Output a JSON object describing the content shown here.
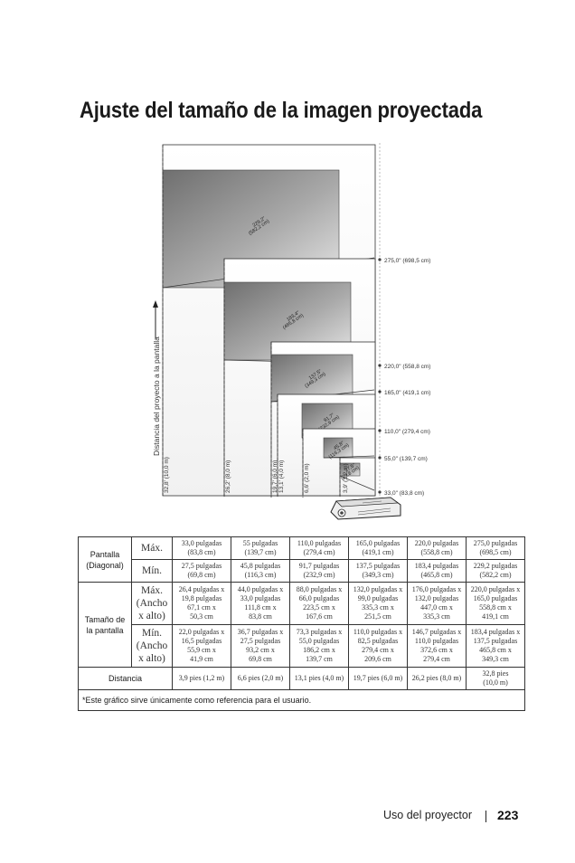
{
  "page_title": "Ajuste del tamaño de la imagen proyectada",
  "diagram": {
    "vertical_axis_label": "Distancia del proyecto a la pantalla",
    "screens": [
      {
        "right_label": "275,0\" (698,5 cm)",
        "diag_label_1": "229,2\"",
        "diag_label_2": "(582,2 cm)",
        "distance_label": "32,8' (10,0 m)"
      },
      {
        "right_label": "220,0\" (558,8 cm)",
        "diag_label_1": "183,4\"",
        "diag_label_2": "(465,8 cm)",
        "distance_label": "26,2' (8,0 m)"
      },
      {
        "right_label": "165,0\" (419,1 cm)",
        "diag_label_1": "137,5\"",
        "diag_label_2": "(349,3 cm)",
        "distance_label": "19,7' (6,0 m)"
      },
      {
        "right_label": "110,0\" (279,4 cm)",
        "diag_label_1": "91,7\"",
        "diag_label_2": "(232,9 cm)",
        "distance_label": "13,1' (4,0 m)"
      },
      {
        "right_label": "55,0\" (139,7 cm)",
        "diag_label_1": "45,8\"",
        "diag_label_2": "(116,3 cm)",
        "distance_label": "6,6' (2,0 m)"
      },
      {
        "right_label": "33,0\" (83,8 cm)",
        "diag_label_1": "27,5\"",
        "diag_label_2": "(69,8 cm)",
        "distance_label": "3,9' (1,2 m)"
      }
    ]
  },
  "table": {
    "pantalla_label": "Pantalla (Diagonal)",
    "tamano_label": "Tamaño de la pantalla",
    "max_label": "Máx.",
    "min_label": "Mín.",
    "size_max_label": "Máx. (Ancho x alto)",
    "size_min_label": "Mín. (Ancho x alto)",
    "distancia_label": "Distancia",
    "diag_max": [
      [
        "33,0 pulgadas",
        "(83,8 cm)"
      ],
      [
        "55 pulgadas",
        "(139,7 cm)"
      ],
      [
        "110,0 pulgadas",
        "(279,4 cm)"
      ],
      [
        "165,0 pulgadas",
        "(419,1 cm)"
      ],
      [
        "220,0 pulgadas",
        "(558,8 cm)"
      ],
      [
        "275,0 pulgadas",
        "(698,5 cm)"
      ]
    ],
    "diag_min": [
      [
        "27,5 pulgadas",
        "(69,8 cm)"
      ],
      [
        "45,8 pulgadas",
        "(116,3 cm)"
      ],
      [
        "91,7 pulgadas",
        "(232,9 cm)"
      ],
      [
        "137,5 pulgadas",
        "(349,3 cm)"
      ],
      [
        "183,4 pulgadas",
        "(465,8 cm)"
      ],
      [
        "229,2 pulgadas",
        "(582,2 cm)"
      ]
    ],
    "size_max_in": [
      [
        "26,4 pulgadas x",
        "19,8 pulgadas"
      ],
      [
        "44,0 pulgadas x",
        "33,0 pulgadas"
      ],
      [
        "88,0 pulgadas x",
        "66,0 pulgadas"
      ],
      [
        "132,0 pulgadas x",
        "99,0 pulgadas"
      ],
      [
        "176,0 pulgadas x",
        "132,0 pulgadas"
      ],
      [
        "220,0 pulgadas x",
        "165,0 pulgadas"
      ]
    ],
    "size_max_cm": [
      [
        "67,1 cm x",
        "50,3 cm"
      ],
      [
        "111,8 cm x",
        "83,8 cm"
      ],
      [
        "223,5 cm x",
        "167,6 cm"
      ],
      [
        "335,3 cm x",
        "251,5 cm"
      ],
      [
        "447,0 cm x",
        "335,3 cm"
      ],
      [
        "558,8 cm x",
        "419,1 cm"
      ]
    ],
    "size_min_in": [
      [
        "22,0 pulgadas x",
        "16,5 pulgadas"
      ],
      [
        "36,7 pulgadas x",
        "27,5 pulgadas"
      ],
      [
        "73,3 pulgadas x",
        "55,0 pulgadas"
      ],
      [
        "110,0 pulgadas x",
        "82,5 pulgadas"
      ],
      [
        "146,7 pulgadas x",
        "110,0 pulgadas"
      ],
      [
        "183,4 pulgadas x",
        "137,5 pulgadas"
      ]
    ],
    "size_min_cm": [
      [
        "55,9 cm x",
        "41,9 cm"
      ],
      [
        "93,2 cm x",
        "69,8 cm"
      ],
      [
        "186,2 cm x",
        "139,7 cm"
      ],
      [
        "279,4 cm x",
        "209,6 cm"
      ],
      [
        "372,6 cm x",
        "279,4 cm"
      ],
      [
        "465,8 cm x",
        "349,3 cm"
      ]
    ],
    "distancia": [
      [
        "3,9 pies (1,2 m)"
      ],
      [
        "6,6 pies (2,0 m)"
      ],
      [
        "13,1 pies (4,0 m)"
      ],
      [
        "19,7 pies (6,0 m)"
      ],
      [
        "26,2 pies (8,0 m)"
      ],
      [
        "32,8 pies",
        "(10,0 m)"
      ]
    ],
    "note": "*Este gráfico sirve únicamente como referencia para el usuario."
  },
  "footer": {
    "section": "Uso del proyector",
    "page_number": "223"
  }
}
